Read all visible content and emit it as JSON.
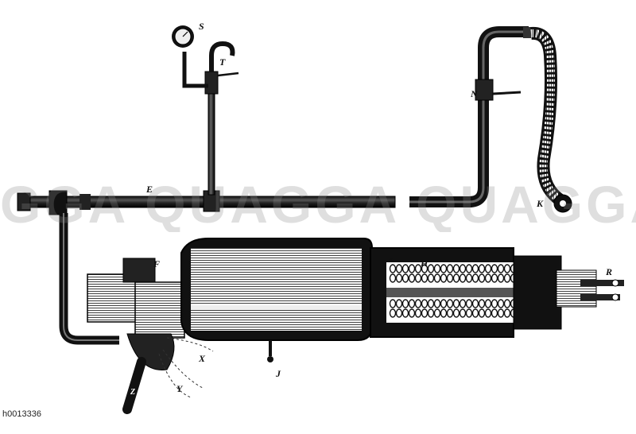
{
  "figure": {
    "image_id": "h0013336",
    "watermark": "GGA QUAGGA QUAGGA QUA",
    "labels": {
      "S": "S",
      "T": "T",
      "N": "N",
      "E": "E",
      "K": "K",
      "F": "F",
      "H": "H",
      "n": "n",
      "R": "R",
      "X": "X",
      "Y": "Y",
      "J": "J",
      "Z": "Z"
    },
    "ink_color": "#111111",
    "paper_color": "#ffffff"
  }
}
